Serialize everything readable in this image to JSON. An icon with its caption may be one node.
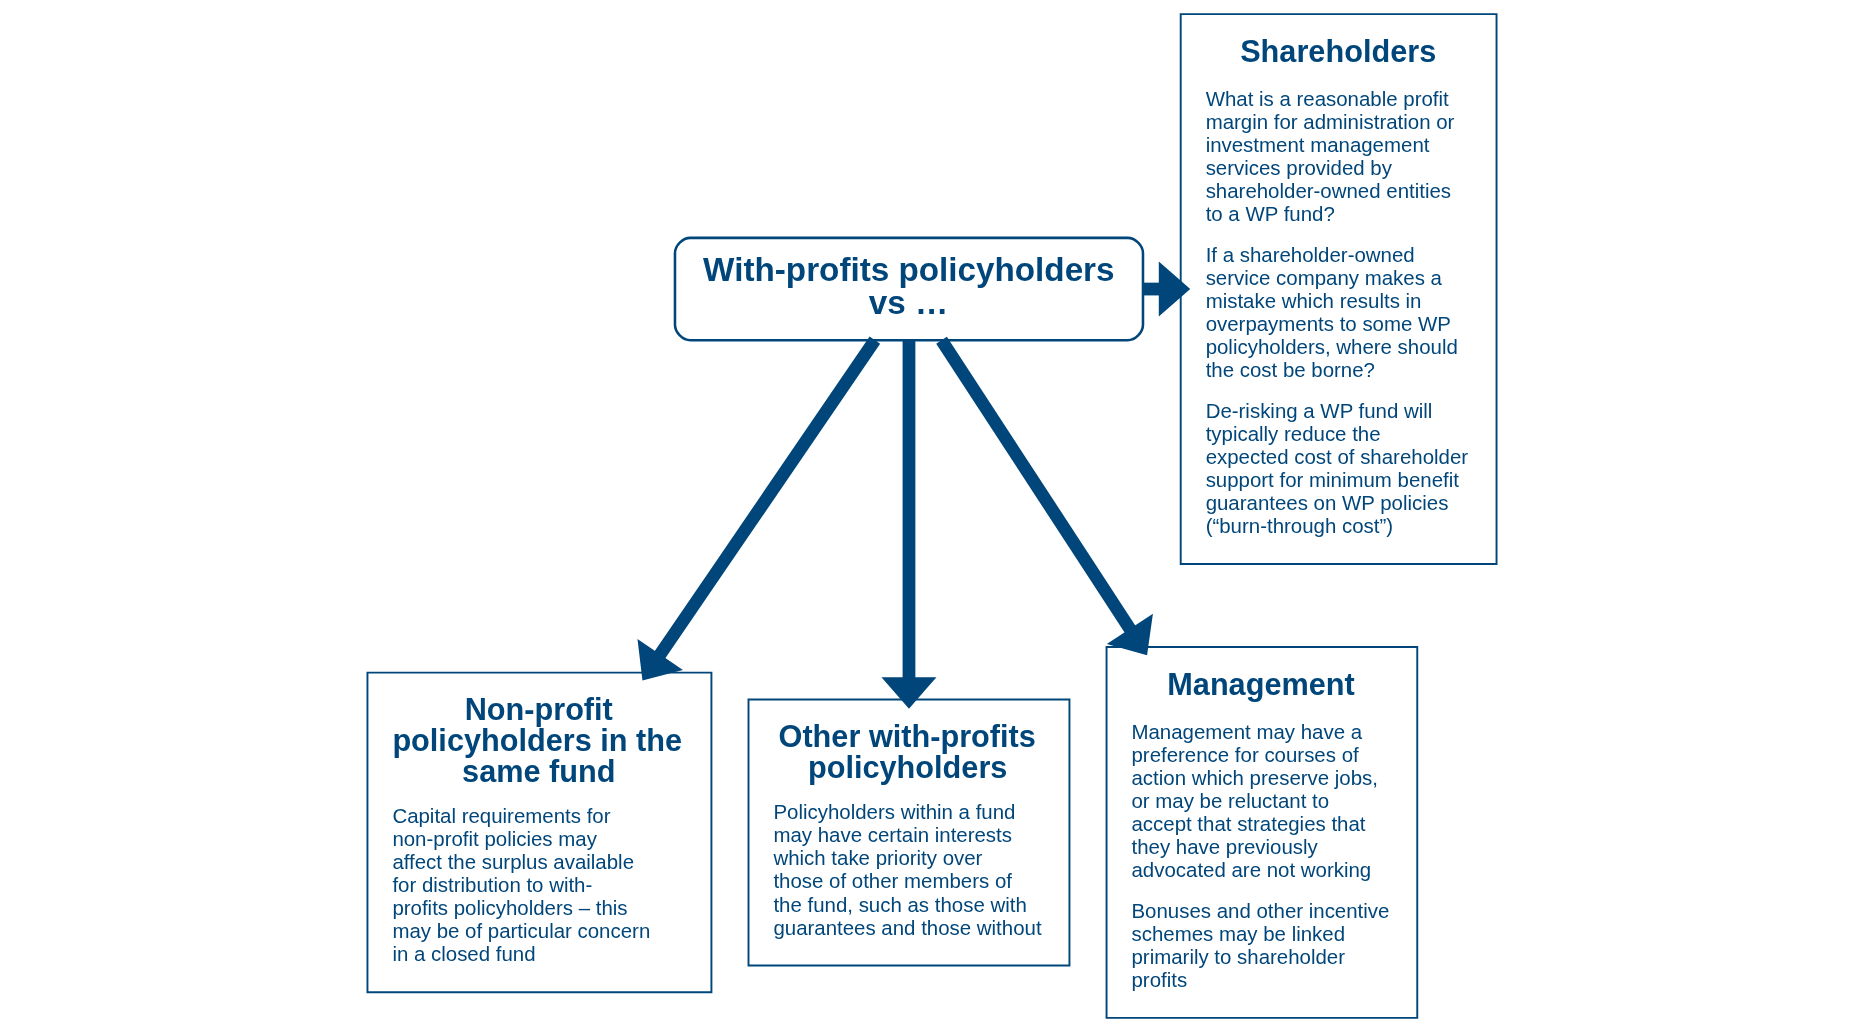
{
  "diagram": {
    "nodes": [
      {
        "text": [
          "With-profits policyholders vs …"
        ]
      },
      {
        "text": [
          "Non-profit policyholders in the same fund",
          "Capital requirements for non-profit policies may affect the surplus available for distribution to with-profits policyholders – this may be of particular concern in a closed fund"
        ]
      },
      {
        "text": [
          "Other with-profits policyholders",
          "Policyholders within a fund may have certain interests which take priority over those of other members of the fund, such as those with guarantees and those without"
        ]
      },
      {
        "text": [
          "Management",
          "Management may have a preference for courses of action which preserve jobs, or may be reluctant to accept that strategies that they have previously advocated are not working",
          "Bonuses and other incentive schemes may be linked primarily to shareholder profits"
        ]
      },
      {
        "text": [
          "Shareholders",
          "What is a reasonable profit margin for administration or investment management services provided by shareholder-owned entities to a WP fund?",
          "If a shareholder-owned service company makes a mistake which results in overpayments to some WP policyholders, where should the cost be borne?",
          "De-risking a WP fund will typically reduce the expected cost of shareholder support for minimum benefit guarantees on WP policies (“burn-through cost”)"
        ]
      }
    ],
    "edges": [
      {
        "from": 0,
        "to": 1,
        "arrow": "to"
      },
      {
        "from": 0,
        "to": 2,
        "arrow": "to"
      },
      {
        "from": 0,
        "to": 3,
        "arrow": "to"
      },
      {
        "from": 0,
        "to": 4,
        "arrow": "to"
      }
    ]
  }
}
